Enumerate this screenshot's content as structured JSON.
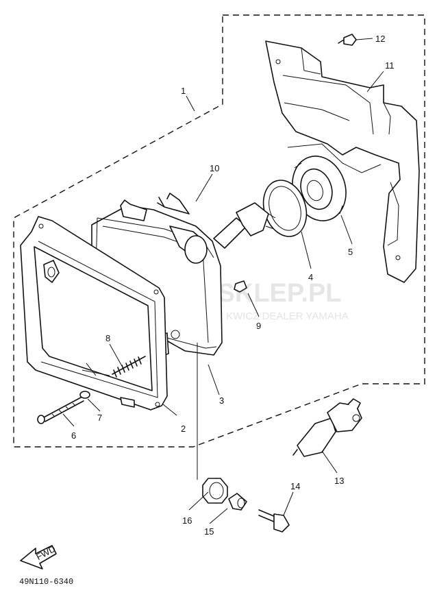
{
  "watermark": {
    "title": "YAMA SKLEP.PL",
    "subtitle": "MOTOCYKLE KWICZ DEALER YAMAHA"
  },
  "callouts": [
    {
      "id": "label-1",
      "text": "1"
    },
    {
      "id": "label-2",
      "text": "2"
    },
    {
      "id": "label-3",
      "text": "3"
    },
    {
      "id": "label-4",
      "text": "4"
    },
    {
      "id": "label-5",
      "text": "5"
    },
    {
      "id": "label-6",
      "text": "6"
    },
    {
      "id": "label-7",
      "text": "7"
    },
    {
      "id": "label-8",
      "text": "8"
    },
    {
      "id": "label-9",
      "text": "9"
    },
    {
      "id": "label-10",
      "text": "10"
    },
    {
      "id": "label-11",
      "text": "11"
    },
    {
      "id": "label-12",
      "text": "12"
    },
    {
      "id": "label-13",
      "text": "13"
    },
    {
      "id": "label-14",
      "text": "14"
    },
    {
      "id": "label-15",
      "text": "15"
    },
    {
      "id": "label-16",
      "text": "16"
    }
  ],
  "fwd_label": "FWD",
  "diagram_code": "49N110-6340",
  "colors": {
    "line": "#111111",
    "watermark_logo": "#f2b8b8",
    "watermark_text": "#e4e4e4"
  }
}
